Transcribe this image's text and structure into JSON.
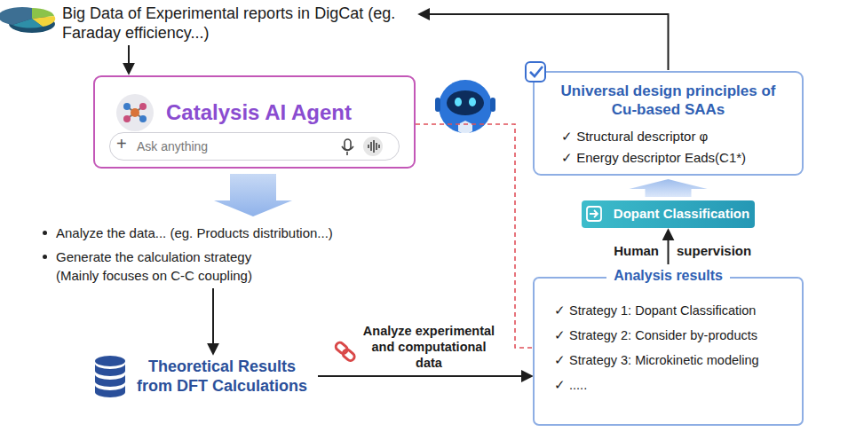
{
  "diagram": {
    "nodes": [
      {
        "text": [
          "Big Data of Experimental reports in DigCat (eg. Faraday efficiency...)"
        ]
      },
      {
        "text": [
          "Catalysis AI Agent"
        ]
      },
      {
        "text": [
          "Ask anything"
        ],
        "in": 1
      },
      {
        "text": [
          "Analyze the data... (eg. Products distribution...)",
          "Generate the calculation strategy (Mainly focuses on C-C coupling)"
        ]
      },
      {
        "text": [
          "Theoretical Results from DFT Calculations"
        ]
      },
      {
        "text": [
          "Universal design principles of Cu-based SAAs",
          "✓ Structural descriptor φ",
          "✓ Energy descriptor Eads(C1*)"
        ]
      },
      {
        "text": [
          "Dopant Classification"
        ]
      },
      {
        "text": [
          "Analysis results",
          "✓ Strategy 1: Dopant Classification",
          "✓ Strategy 2: Consider by-products",
          "✓ Strategy 3: Microkinetic modeling",
          "✓ ....."
        ]
      }
    ],
    "edges": [
      {
        "from": 0,
        "to": 1,
        "arrow": "to"
      },
      {
        "from": 1,
        "to": 3,
        "arrow": "to"
      },
      {
        "from": 3,
        "to": 4,
        "arrow": "to"
      },
      {
        "from": 4,
        "to": 7,
        "label": "Analyze experimental and computational data",
        "arrow": "to"
      },
      {
        "from": 1,
        "to": 7,
        "arrow": "none"
      },
      {
        "from": 7,
        "to": 6,
        "arrow": "to"
      },
      {
        "from": 6,
        "to": 5,
        "arrow": "to"
      },
      {
        "from": 5,
        "to": 0,
        "arrow": "to"
      }
    ],
    "labels": [
      "+",
      "Human",
      "supervision"
    ]
  }
}
